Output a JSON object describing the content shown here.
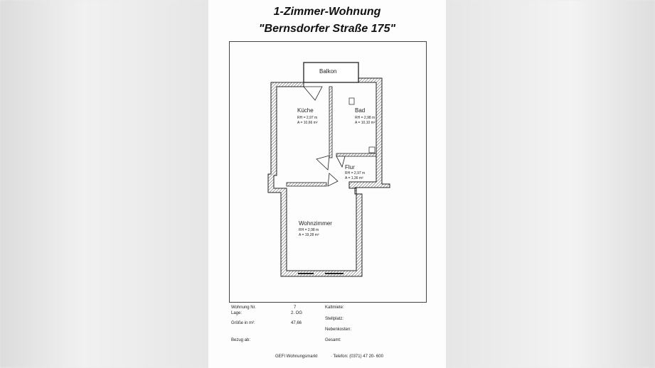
{
  "title": {
    "line1": "1-Zimmer-Wohnung",
    "line2": "\"Bernsdorfer Straße 175\""
  },
  "plan": {
    "rooms": {
      "balkon": "Balkon",
      "kueche": {
        "name": "Küche",
        "rh": "RH = 2,97 m",
        "area": "A = 10,66 m²"
      },
      "bad": {
        "name": "Bad",
        "rh": "RH = 2,98 m",
        "area": "A = 10,10 m²"
      },
      "flur": {
        "name": "Flur",
        "rh": "RH = 2,97 m",
        "area": "A = 1,36 m²"
      },
      "wohnzimmer": {
        "name": "Wohnzimmer",
        "rh": "RH = 2,98 m",
        "area": "A = 19,28 m²"
      }
    }
  },
  "info": {
    "wohnung_label": "Wohnung Nr.",
    "wohnung_value": "7",
    "lage_label": "Lage:",
    "lage_value": "2. OG",
    "groesse_label": "Größe in m²:",
    "groesse_value": "47,66",
    "bezug_label": "Bezug ab:",
    "kaltmiete_label": "Kaltmiete:",
    "stellplatz_label": "Stellplatz:",
    "nebenkosten_label": "Nebenkosten:",
    "gesamt_label": "Gesamt:"
  },
  "footer": {
    "company": "GEFI Wohnungsmarkt",
    "phone": "· Telefon: (0371) 47 20- 600"
  }
}
